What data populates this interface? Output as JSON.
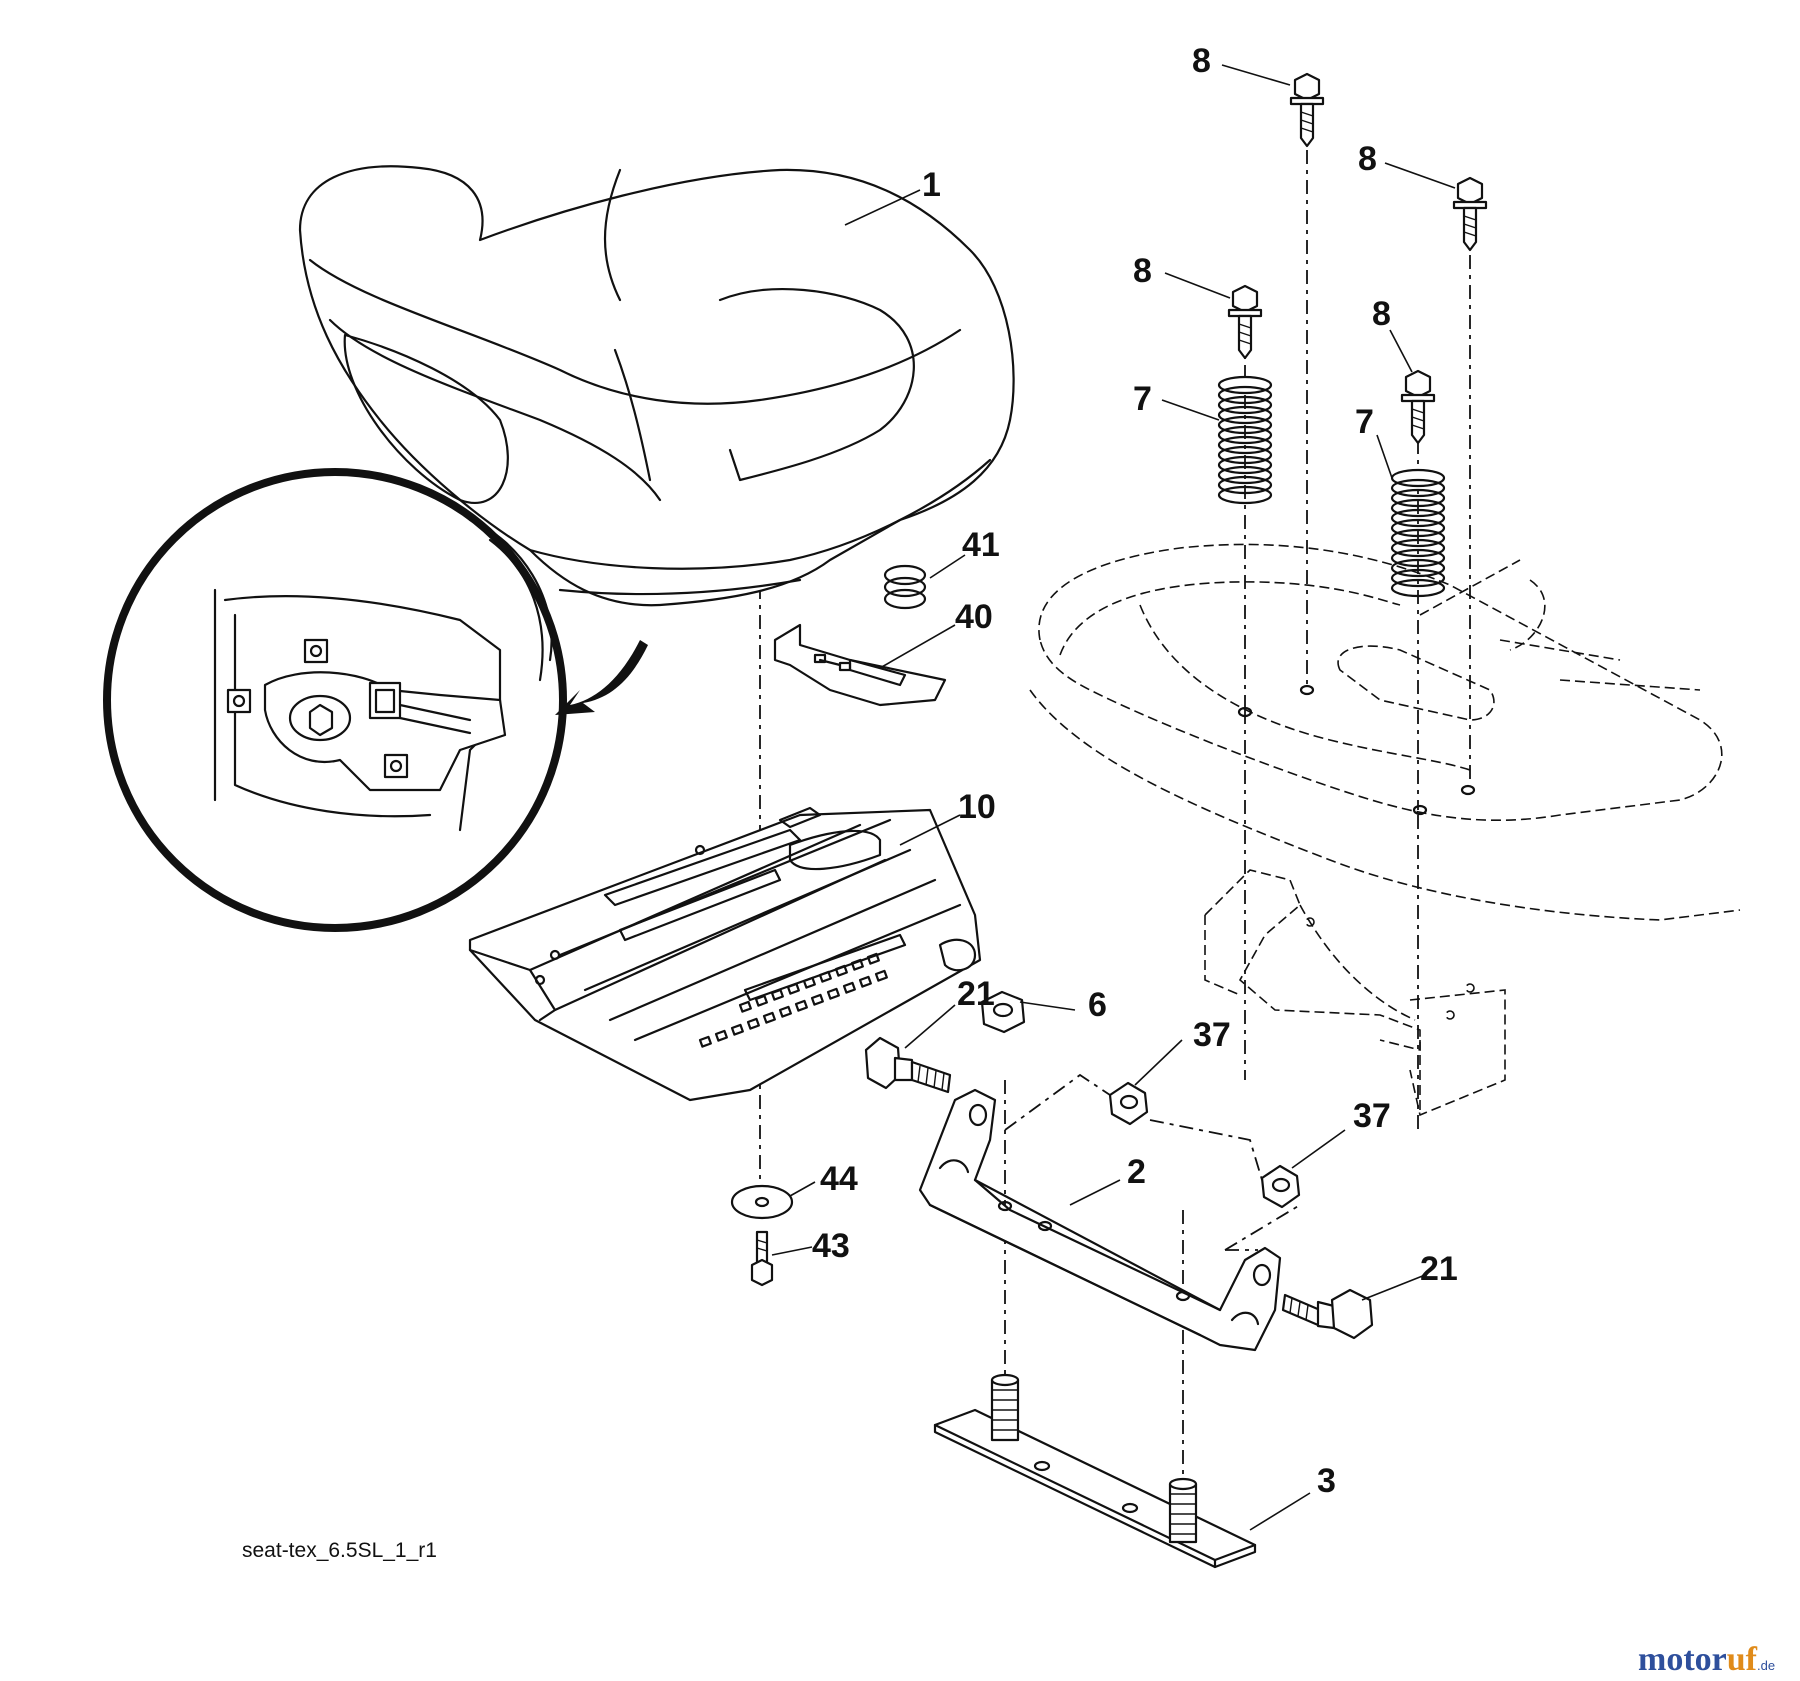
{
  "callouts": {
    "c1": "1",
    "c2": "2",
    "c3": "3",
    "c6": "6",
    "c7a": "7",
    "c7b": "7",
    "c8a": "8",
    "c8b": "8",
    "c8c": "8",
    "c8d": "8",
    "c10": "10",
    "c21a": "21",
    "c21b": "21",
    "c37a": "37",
    "c37b": "37",
    "c40": "40",
    "c41": "41",
    "c43": "43",
    "c44": "44"
  },
  "caption": "seat-tex_6.5SL_1_r1",
  "watermark": {
    "name": "motor",
    "accent": "uf",
    "suffix": ".de"
  },
  "colors": {
    "line": "#111111",
    "background": "#ffffff",
    "watermark_blue": "#2e4f9c",
    "watermark_orange": "#e08b1a"
  }
}
